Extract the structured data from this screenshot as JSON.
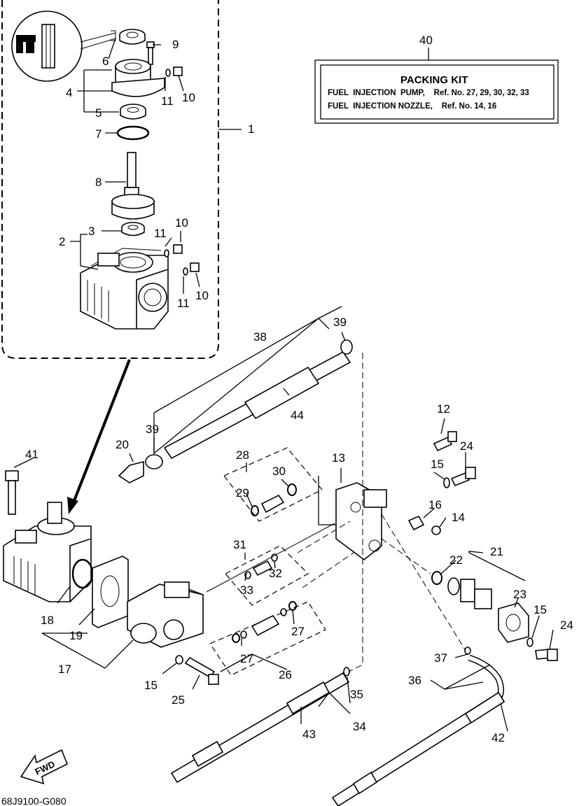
{
  "kit": {
    "number": "40",
    "title": "PACKING KIT",
    "line1": "FUEL  INJECTION  PUMP,    Ref. No. 27, 29, 30, 32, 33",
    "line2": "FUEL  INJECTION NOZZLE,    Ref. No. 14, 16"
  },
  "fwd_label": "FWD",
  "diagram_code": "68J9100-G080",
  "callouts": {
    "c1": "1",
    "c2": "2",
    "c3": "3",
    "c4": "4",
    "c5": "5",
    "c6": "6",
    "c7": "7",
    "c8": "8",
    "c9": "9",
    "c10a": "10",
    "c10b": "10",
    "c10c": "10",
    "c11a": "11",
    "c11b": "11",
    "c11c": "11",
    "c12": "12",
    "c13": "13",
    "c14": "14",
    "c15a": "15",
    "c15b": "15",
    "c15c": "15",
    "c16": "16",
    "c17": "17",
    "c18": "18",
    "c19": "19",
    "c20": "20",
    "c21": "21",
    "c22": "22",
    "c23": "23",
    "c24a": "24",
    "c24b": "24",
    "c25": "25",
    "c26": "26",
    "c27a": "27",
    "c27b": "27",
    "c28": "28",
    "c29": "29",
    "c30": "30",
    "c31": "31",
    "c32": "32",
    "c33": "33",
    "c34": "34",
    "c35": "35",
    "c36": "36",
    "c37": "37",
    "c38": "38",
    "c39a": "39",
    "c39b": "39",
    "c41": "41",
    "c42": "42",
    "c43": "43",
    "c44": "44"
  }
}
